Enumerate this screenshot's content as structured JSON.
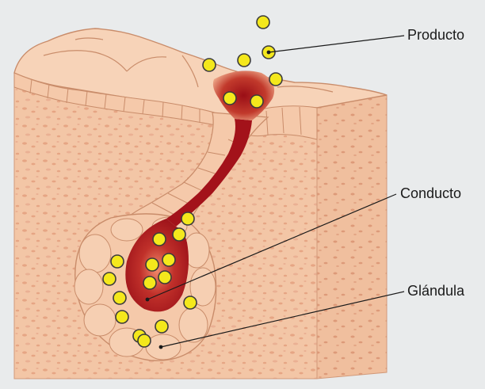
{
  "diagram": {
    "labels": {
      "product": "Producto",
      "duct": "Conducto",
      "gland": "Glándula"
    },
    "colors": {
      "background": "#e9ebec",
      "tissue": "#f3c6a6",
      "tissue_speckle": "#e9a884",
      "skin_surface": "#f7d3b8",
      "skin_edge": "#c98c6a",
      "lumen_dark": "#a3121a",
      "lumen_light": "#e07a5c",
      "secretion": "#f4e81c",
      "secretion_edge": "#3b3b3b",
      "leader": "#1a1a1a"
    }
  }
}
